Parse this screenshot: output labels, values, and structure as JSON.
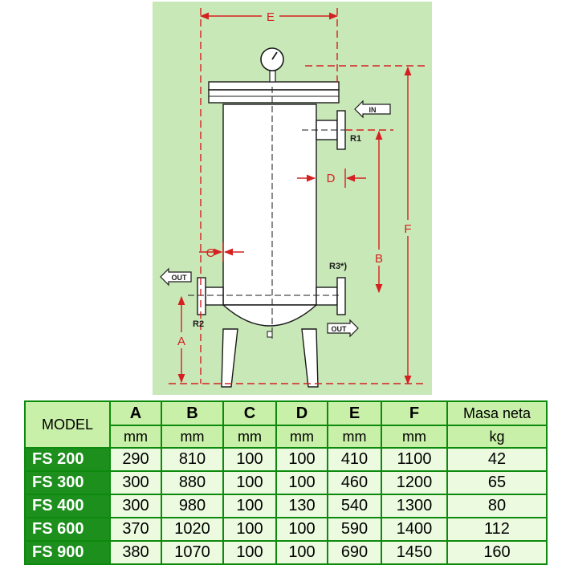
{
  "drawing": {
    "dimension_labels": {
      "A": "A",
      "B": "B",
      "C": "C",
      "D": "D",
      "E": "E",
      "F": "F"
    },
    "ports": {
      "r1": "R1",
      "r2": "R2",
      "r3": "R3*)"
    },
    "arrows": {
      "in": "IN",
      "out_left": "OUT",
      "out_right": "OUT"
    },
    "colors": {
      "background": "#c9e8b8",
      "dimension": "#d42020",
      "outline": "#1a1a1a",
      "body": "#ffffff"
    }
  },
  "table": {
    "model_header": "MODEL",
    "columns": [
      {
        "letter": "A",
        "unit": "mm"
      },
      {
        "letter": "B",
        "unit": "mm"
      },
      {
        "letter": "C",
        "unit": "mm"
      },
      {
        "letter": "D",
        "unit": "mm"
      },
      {
        "letter": "E",
        "unit": "mm"
      },
      {
        "letter": "F",
        "unit": "mm"
      }
    ],
    "mass_header": "Masa neta",
    "mass_unit": "kg",
    "rows": [
      {
        "model": "FS 200",
        "values": [
          "290",
          "810",
          "100",
          "100",
          "410",
          "1100"
        ],
        "mass": "42"
      },
      {
        "model": "FS 300",
        "values": [
          "300",
          "880",
          "100",
          "100",
          "460",
          "1200"
        ],
        "mass": "65"
      },
      {
        "model": "FS 400",
        "values": [
          "300",
          "980",
          "100",
          "130",
          "540",
          "1300"
        ],
        "mass": "80"
      },
      {
        "model": "FS 600",
        "values": [
          "370",
          "1020",
          "100",
          "100",
          "590",
          "1400"
        ],
        "mass": "112"
      },
      {
        "model": "FS 900",
        "values": [
          "380",
          "1070",
          "100",
          "100",
          "690",
          "1450"
        ],
        "mass": "160"
      }
    ],
    "colors": {
      "border": "#0d8a0d",
      "header_bg": "#c8f0a8",
      "model_bg": "#1d8f1d",
      "model_text": "#ffffff",
      "value_bg": "#ecfbe0"
    }
  }
}
